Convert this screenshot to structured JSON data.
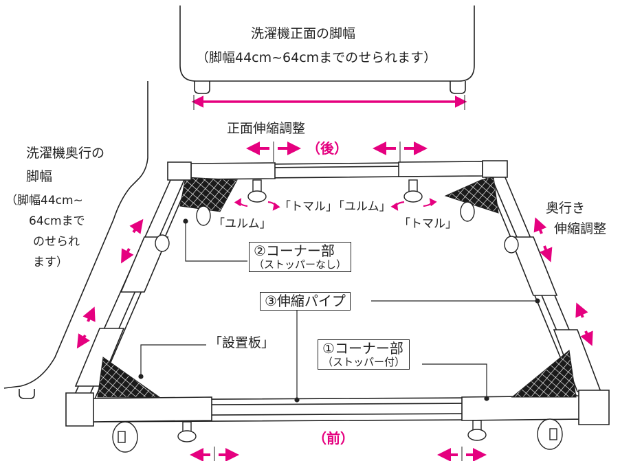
{
  "washer": {
    "front_title": "洗濯機正面の脚幅",
    "front_range": "（脚幅44cm~64cmまでのせられます）",
    "depth_title_1": "洗濯機奥行の",
    "depth_title_2": "脚幅",
    "depth_range_1": "（脚幅44cm~",
    "depth_range_2": "64cmまで",
    "depth_range_3": "のせられ",
    "depth_range_4": "ます）"
  },
  "adjust": {
    "front": "正面伸縮調整",
    "depth_1": "奥行き",
    "depth_2": "伸縮調整"
  },
  "direction": {
    "back": "（後）",
    "front": "（前）"
  },
  "feet": {
    "lock_left": "「トマル」",
    "release_mid": "「ユルム」",
    "release_left": "「ユルム」",
    "lock_right": "「トマル」"
  },
  "parts": {
    "corner2_title": "②コーナー部",
    "corner2_sub": "（ストッパーなし）",
    "pipe3": "③伸縮パイプ",
    "plate": "「設置板」",
    "corner1_title": "①コーナー部",
    "corner1_sub": "（ストッパー付）"
  },
  "colors": {
    "accent": "#e5007f",
    "line": "#222222",
    "mesh": "#1a1a1a"
  }
}
